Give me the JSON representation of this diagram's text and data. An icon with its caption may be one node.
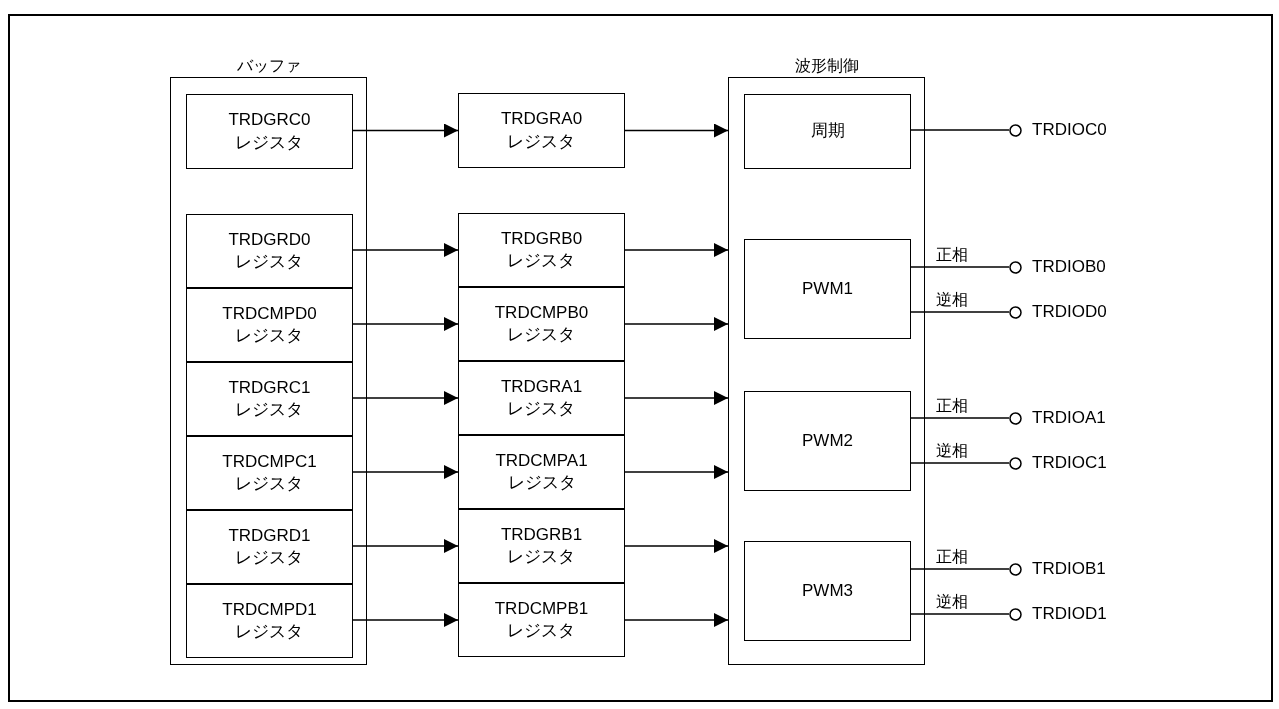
{
  "diagram": {
    "nodes": [
      {
        "text": [
          "バッファ"
        ]
      },
      {
        "text": [
          "TRDGRC0 レジスタ"
        ],
        "in": 0
      },
      {
        "text": [
          "TRDGRD0 レジスタ"
        ],
        "in": 0
      },
      {
        "text": [
          "TRDCMPD0 レジスタ"
        ],
        "in": 0
      },
      {
        "text": [
          "TRDGRC1 レジスタ"
        ],
        "in": 0
      },
      {
        "text": [
          "TRDCMPC1 レジスタ"
        ],
        "in": 0
      },
      {
        "text": [
          "TRDGRD1 レジスタ"
        ],
        "in": 0
      },
      {
        "text": [
          "TRDCMPD1 レジスタ"
        ],
        "in": 0
      },
      {
        "text": [
          "TRDGRA0 レジスタ"
        ]
      },
      {
        "text": [
          "TRDGRB0 レジスタ"
        ]
      },
      {
        "text": [
          "TRDCMPB0 レジスタ"
        ]
      },
      {
        "text": [
          "TRDGRA1 レジスタ"
        ]
      },
      {
        "text": [
          "TRDCMPA1 レジスタ"
        ]
      },
      {
        "text": [
          "TRDGRB1 レジスタ"
        ]
      },
      {
        "text": [
          "TRDCMPB1 レジスタ"
        ]
      },
      {
        "text": [
          "波形制御"
        ]
      },
      {
        "text": [
          "周期"
        ],
        "in": 15
      },
      {
        "text": [
          "PWM1"
        ],
        "in": 15
      },
      {
        "text": [
          "PWM2"
        ],
        "in": 15
      },
      {
        "text": [
          "PWM3"
        ],
        "in": 15
      },
      {
        "text": [
          "TRDIOC0"
        ]
      },
      {
        "text": [
          "TRDIOB0"
        ]
      },
      {
        "text": [
          "TRDIOD0"
        ]
      },
      {
        "text": [
          "TRDIOA1"
        ]
      },
      {
        "text": [
          "TRDIOC1"
        ]
      },
      {
        "text": [
          "TRDIOB1"
        ]
      },
      {
        "text": [
          "TRDIOD1"
        ]
      }
    ],
    "edges": [
      {
        "from": 1,
        "to": 8,
        "arrow": "to"
      },
      {
        "from": 2,
        "to": 9,
        "arrow": "to"
      },
      {
        "from": 3,
        "to": 10,
        "arrow": "to"
      },
      {
        "from": 4,
        "to": 11,
        "arrow": "to"
      },
      {
        "from": 5,
        "to": 12,
        "arrow": "to"
      },
      {
        "from": 6,
        "to": 13,
        "arrow": "to"
      },
      {
        "from": 7,
        "to": 14,
        "arrow": "to"
      },
      {
        "from": 8,
        "to": 15,
        "arrow": "to"
      },
      {
        "from": 9,
        "to": 15,
        "arrow": "to"
      },
      {
        "from": 10,
        "to": 15,
        "arrow": "to"
      },
      {
        "from": 11,
        "to": 15,
        "arrow": "to"
      },
      {
        "from": 12,
        "to": 15,
        "arrow": "to"
      },
      {
        "from": 13,
        "to": 15,
        "arrow": "to"
      },
      {
        "from": 14,
        "to": 15,
        "arrow": "to"
      },
      {
        "from": 16,
        "to": 20,
        "arrow": "none"
      },
      {
        "from": 17,
        "to": 21,
        "arrow": "none",
        "label": "正相"
      },
      {
        "from": 17,
        "to": 22,
        "arrow": "none",
        "label": "逆相"
      },
      {
        "from": 18,
        "to": 23,
        "arrow": "none",
        "label": "正相"
      },
      {
        "from": 18,
        "to": 24,
        "arrow": "none",
        "label": "逆相"
      },
      {
        "from": 19,
        "to": 25,
        "arrow": "none",
        "label": "正相"
      },
      {
        "from": 19,
        "to": 26,
        "arrow": "none",
        "label": "逆相"
      }
    ]
  }
}
